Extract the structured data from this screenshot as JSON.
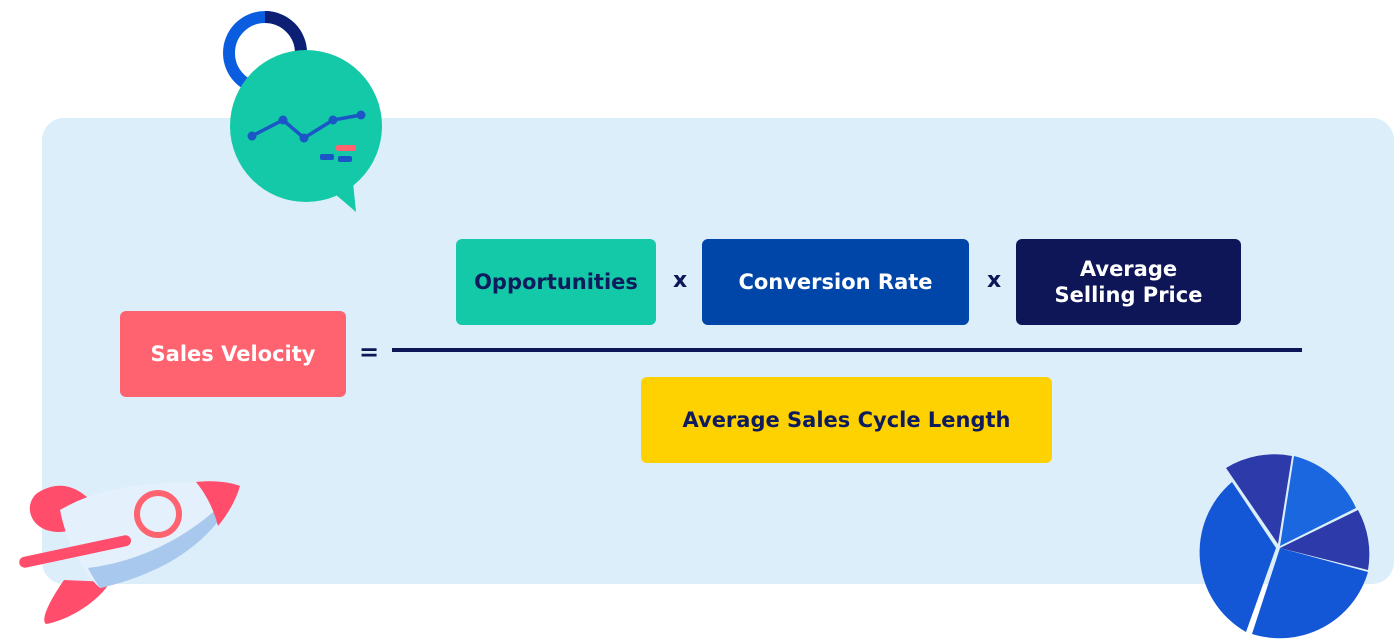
{
  "formula": {
    "result_label": "Sales Velocity",
    "equals_symbol": "=",
    "numerator": [
      {
        "label": "Opportunities"
      },
      {
        "label": "Conversion Rate"
      },
      {
        "label": "Average Selling Price"
      }
    ],
    "multiply_symbol": "x",
    "denominator_label": "Average Sales Cycle Length"
  },
  "colors": {
    "panel_background": "#ddeefb",
    "sales_velocity": "#ff6370",
    "opportunities": "#14c9a7",
    "conversion_rate": "#0046a8",
    "average_selling_price": "#0e1657",
    "cycle_length": "#fed101",
    "dark_text": "#0e1b5c"
  },
  "illustrations": {
    "top": "chat-bubble-line-chart-icon",
    "ring": "donut-ring-icon",
    "bottom_left": "rocket-icon",
    "bottom_right": "pie-chart-icon"
  }
}
